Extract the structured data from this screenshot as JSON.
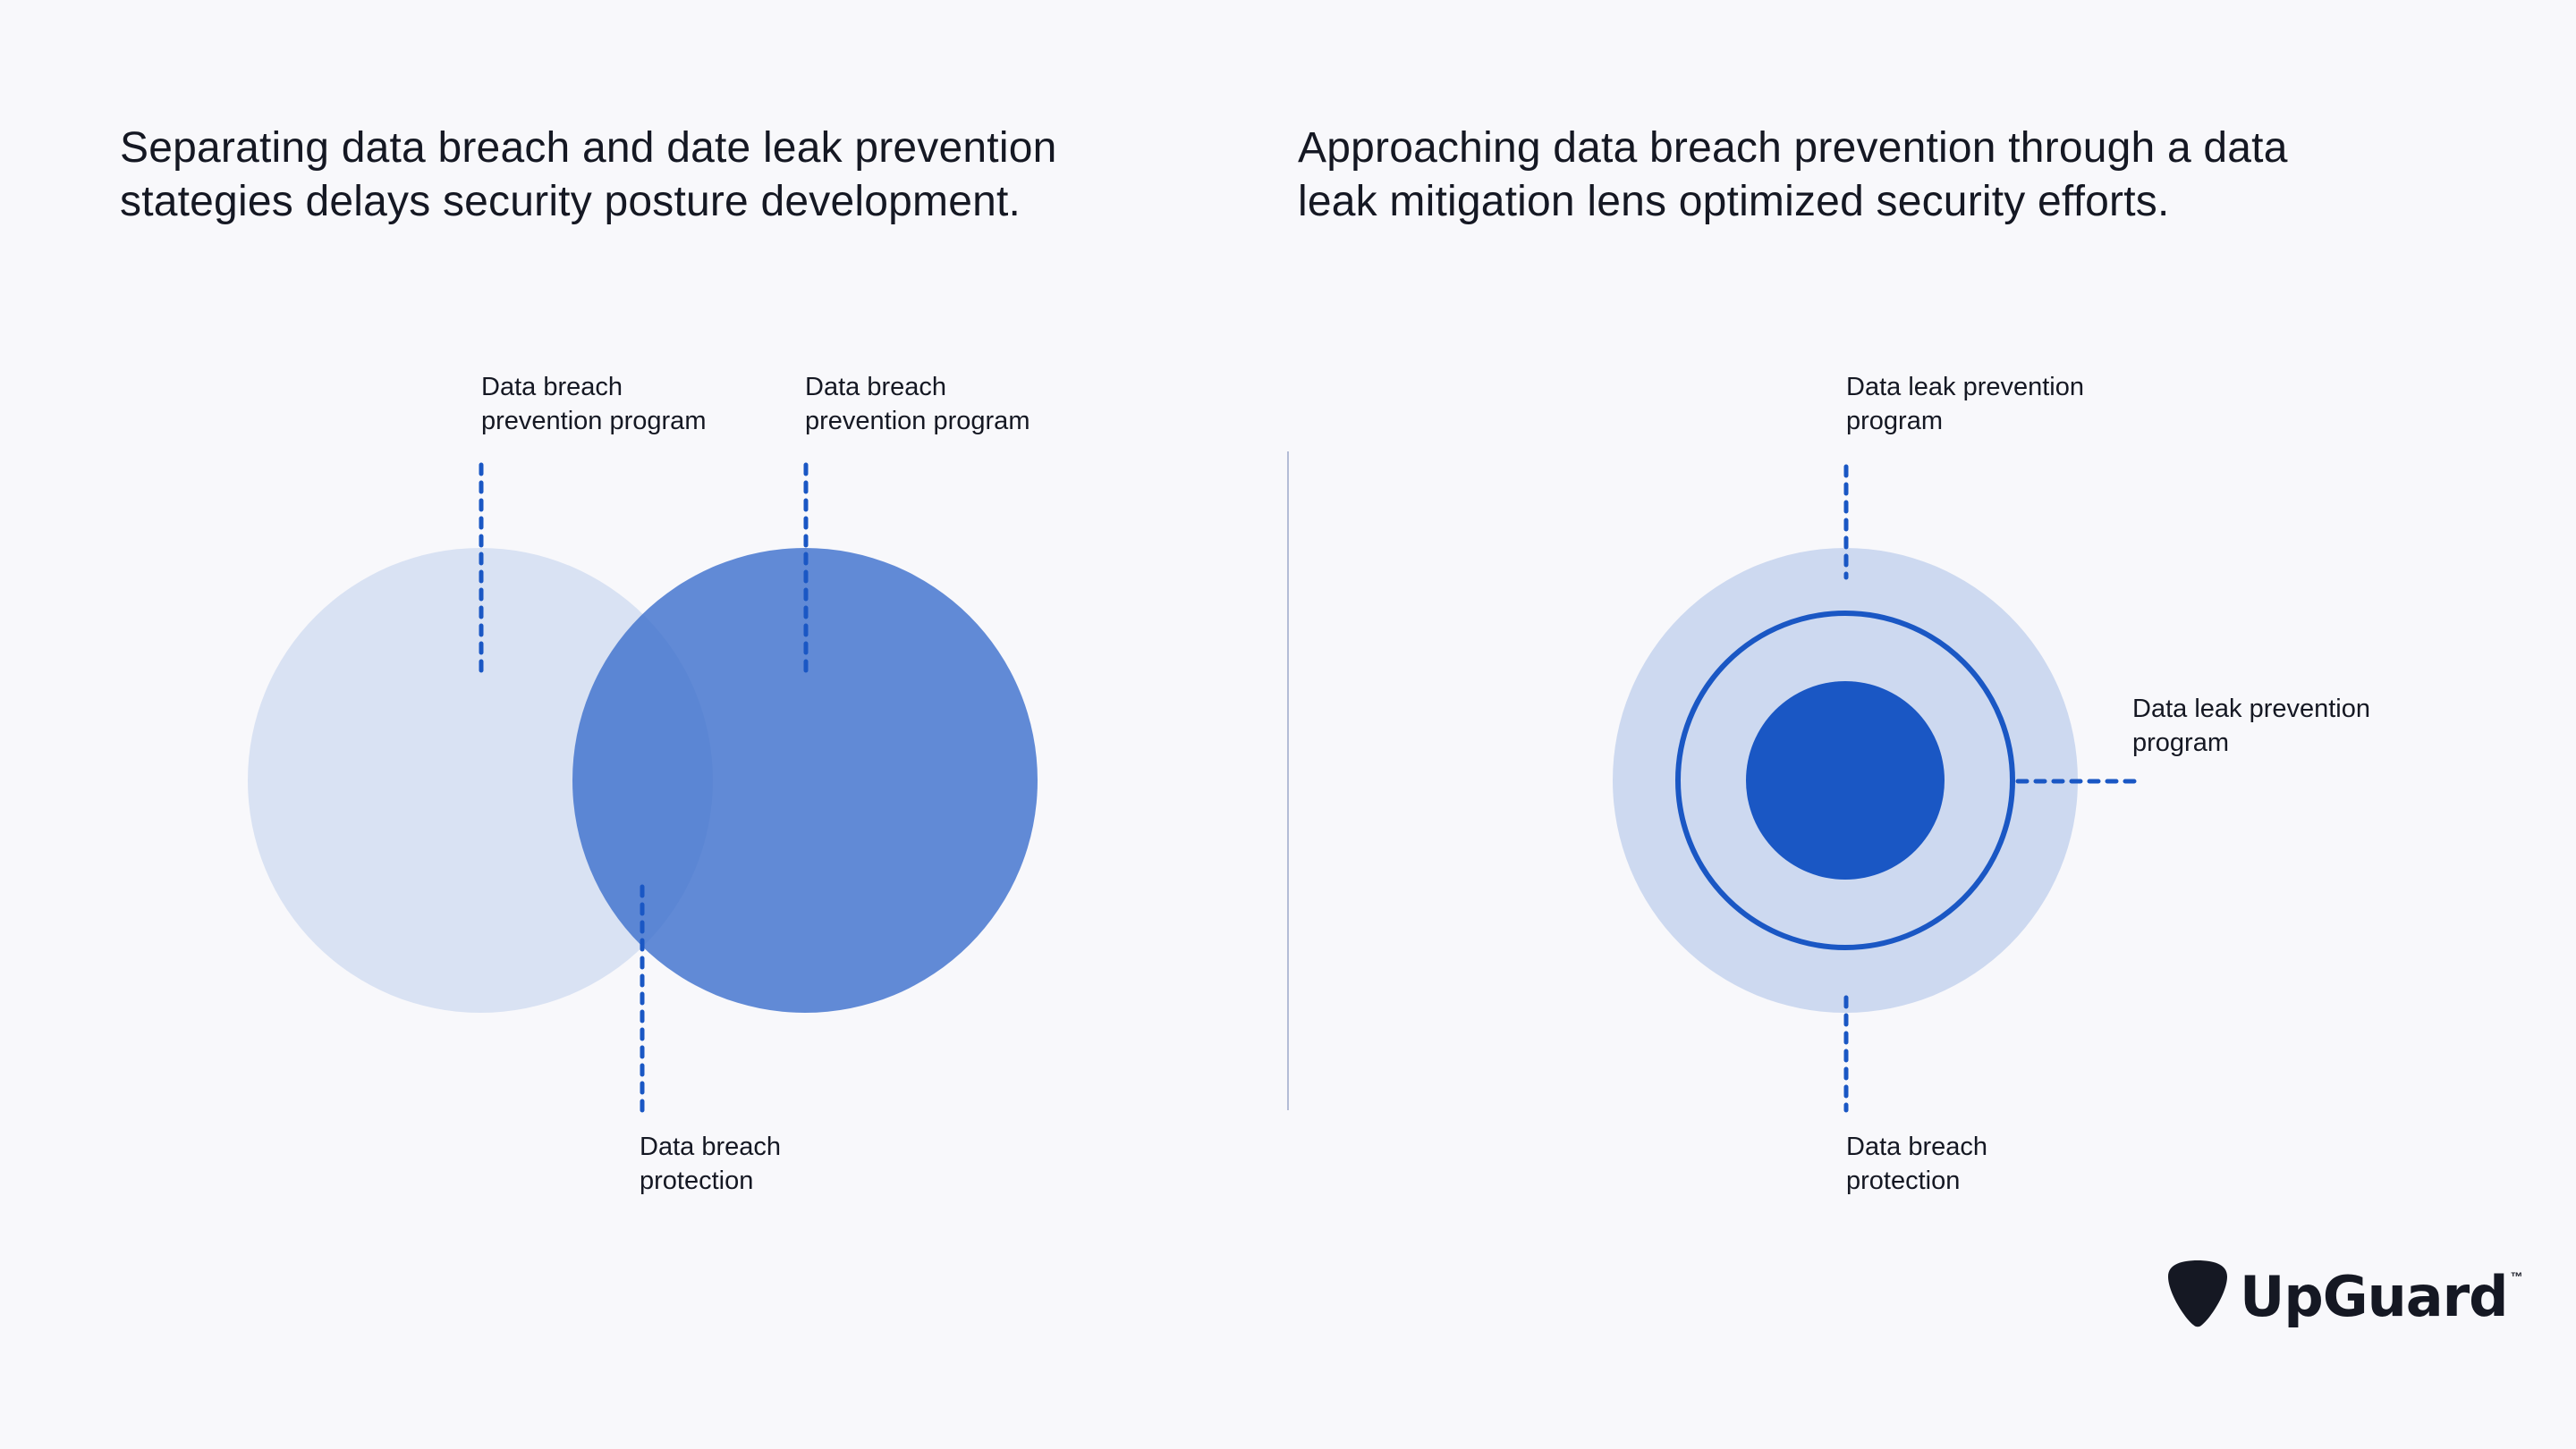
{
  "left_panel": {
    "headline_lines": [
      "Separating data breach and date leak prevention",
      "stategies delays security posture development."
    ],
    "labels": {
      "top_left": [
        "Data breach",
        "prevention program"
      ],
      "top_right": [
        "Data breach",
        "prevention program"
      ],
      "bottom": [
        "Data breach",
        "protection"
      ]
    }
  },
  "right_panel": {
    "headline_lines": [
      "Approaching data breach prevention through a data",
      "leak mitigation lens optimized security efforts."
    ],
    "labels": {
      "top": [
        "Data leak prevention",
        "program"
      ],
      "side": [
        "Data leak prevention",
        "program"
      ],
      "bottom": [
        "Data breach",
        "protection"
      ]
    }
  },
  "colors": {
    "background": "#f8f8fb",
    "text": "#151823",
    "accent_blue": "#1a57c4",
    "light_circle": "#d9e2f3",
    "mid_circle": "#4a7ad0",
    "outer_ring_fill": "#cdd9f0",
    "divider": "#b4bcd6"
  },
  "brand": {
    "name": "UpGuard",
    "trademark": "™",
    "icon": "guitar-pick-icon"
  }
}
